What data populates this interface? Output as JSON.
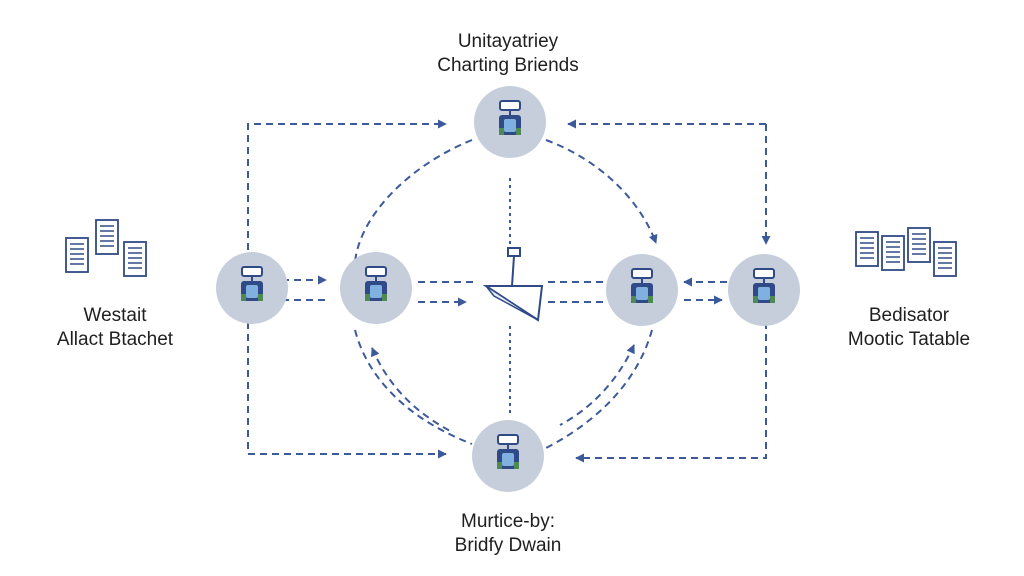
{
  "labels": {
    "top": {
      "line1": "Unitayatriey",
      "line2": "Charting Briends"
    },
    "left": {
      "line1": "Westait",
      "line2": "Allact Btachet"
    },
    "right": {
      "line1": "Bedisator",
      "line2": "Mootic Tatable"
    },
    "bottom": {
      "line1": "Murtice-by:",
      "line2": "Bridfy Dwain"
    }
  },
  "icons": {
    "left_group": "server-rack-icon",
    "right_group": "server-rack-icon",
    "center": "funnel-filter-icon",
    "node": "user-node-icon"
  },
  "colors": {
    "node_fill": "#c7cedb",
    "arrow": "#3c5a9a",
    "icon_line": "#2f4a86",
    "icon_green": "#4f8a52",
    "text": "#1f1f1f"
  }
}
